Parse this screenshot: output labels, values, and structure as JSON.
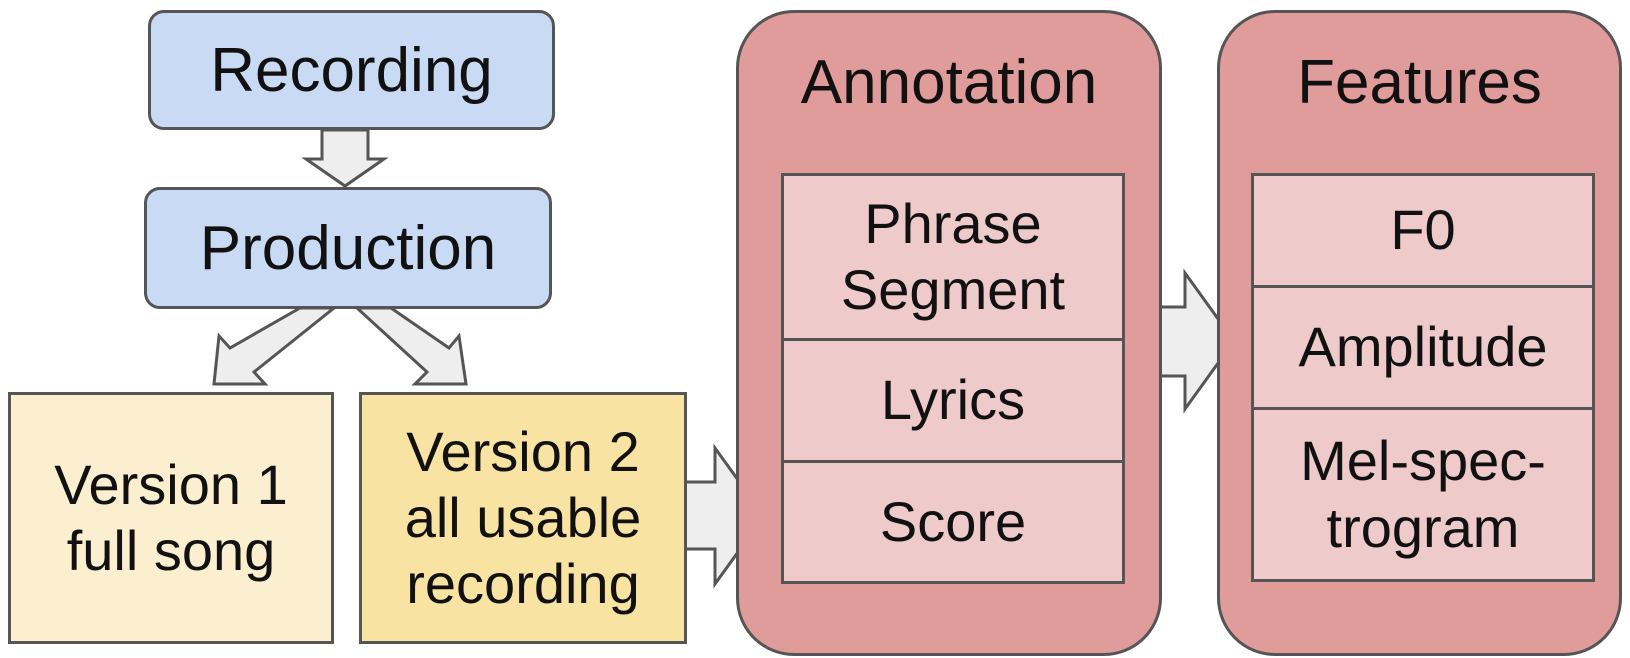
{
  "colors": {
    "blue_box": "#c9daf4",
    "version1_box": "#fcefcf",
    "version2_box": "#f9e3a2",
    "panel": "#e09b9b",
    "panel_cell": "#eecaca",
    "arrow": "#eeeeee",
    "border": "#555555"
  },
  "pipeline": {
    "recording": "Recording",
    "production": "Production",
    "version1": {
      "line1": "Version 1",
      "line2": "full song"
    },
    "version2": {
      "line1": "Version 2",
      "line2": "all usable",
      "line3": "recording"
    }
  },
  "annotation": {
    "title": "Annotation",
    "phrase_segment": {
      "line1": "Phrase",
      "line2": "Segment"
    },
    "lyrics": "Lyrics",
    "score": "Score"
  },
  "features": {
    "title": "Features",
    "f0": "F0",
    "amplitude": "Amplitude",
    "mel": {
      "line1": "Mel-spec-",
      "line2": "trogram"
    }
  }
}
